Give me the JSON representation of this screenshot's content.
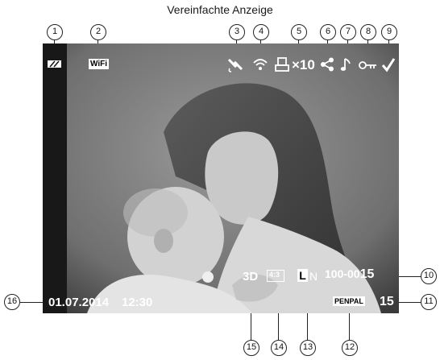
{
  "title": "Vereinfachte Anzeige",
  "callouts": [
    "1",
    "2",
    "3",
    "4",
    "5",
    "6",
    "7",
    "8",
    "9",
    "10",
    "11",
    "12",
    "13",
    "14",
    "15",
    "16"
  ],
  "display": {
    "wifi": "WiFi",
    "print_count": "×10",
    "file_number_prefix": "100-00",
    "file_number_suffix": "15",
    "picture_mode": "15",
    "art_filter": "PENPAL",
    "quality_size": "L",
    "quality_comp": "N",
    "aspect": "4:3",
    "three_d": "3D",
    "date": "01.07.2014",
    "time": "12:30"
  },
  "icons": {
    "battery": "battery-icon",
    "wifi_badge": "wifi-badge-icon",
    "gps": "gps-satellite-icon",
    "wireless": "wireless-signal-icon",
    "print": "print-reservation-icon",
    "share": "share-icon",
    "sound": "music-note-icon",
    "protect": "protect-key-icon",
    "check": "check-mark-icon"
  },
  "colors": {
    "overlay_text": "#ffffff",
    "screen_bg": "#111111"
  }
}
